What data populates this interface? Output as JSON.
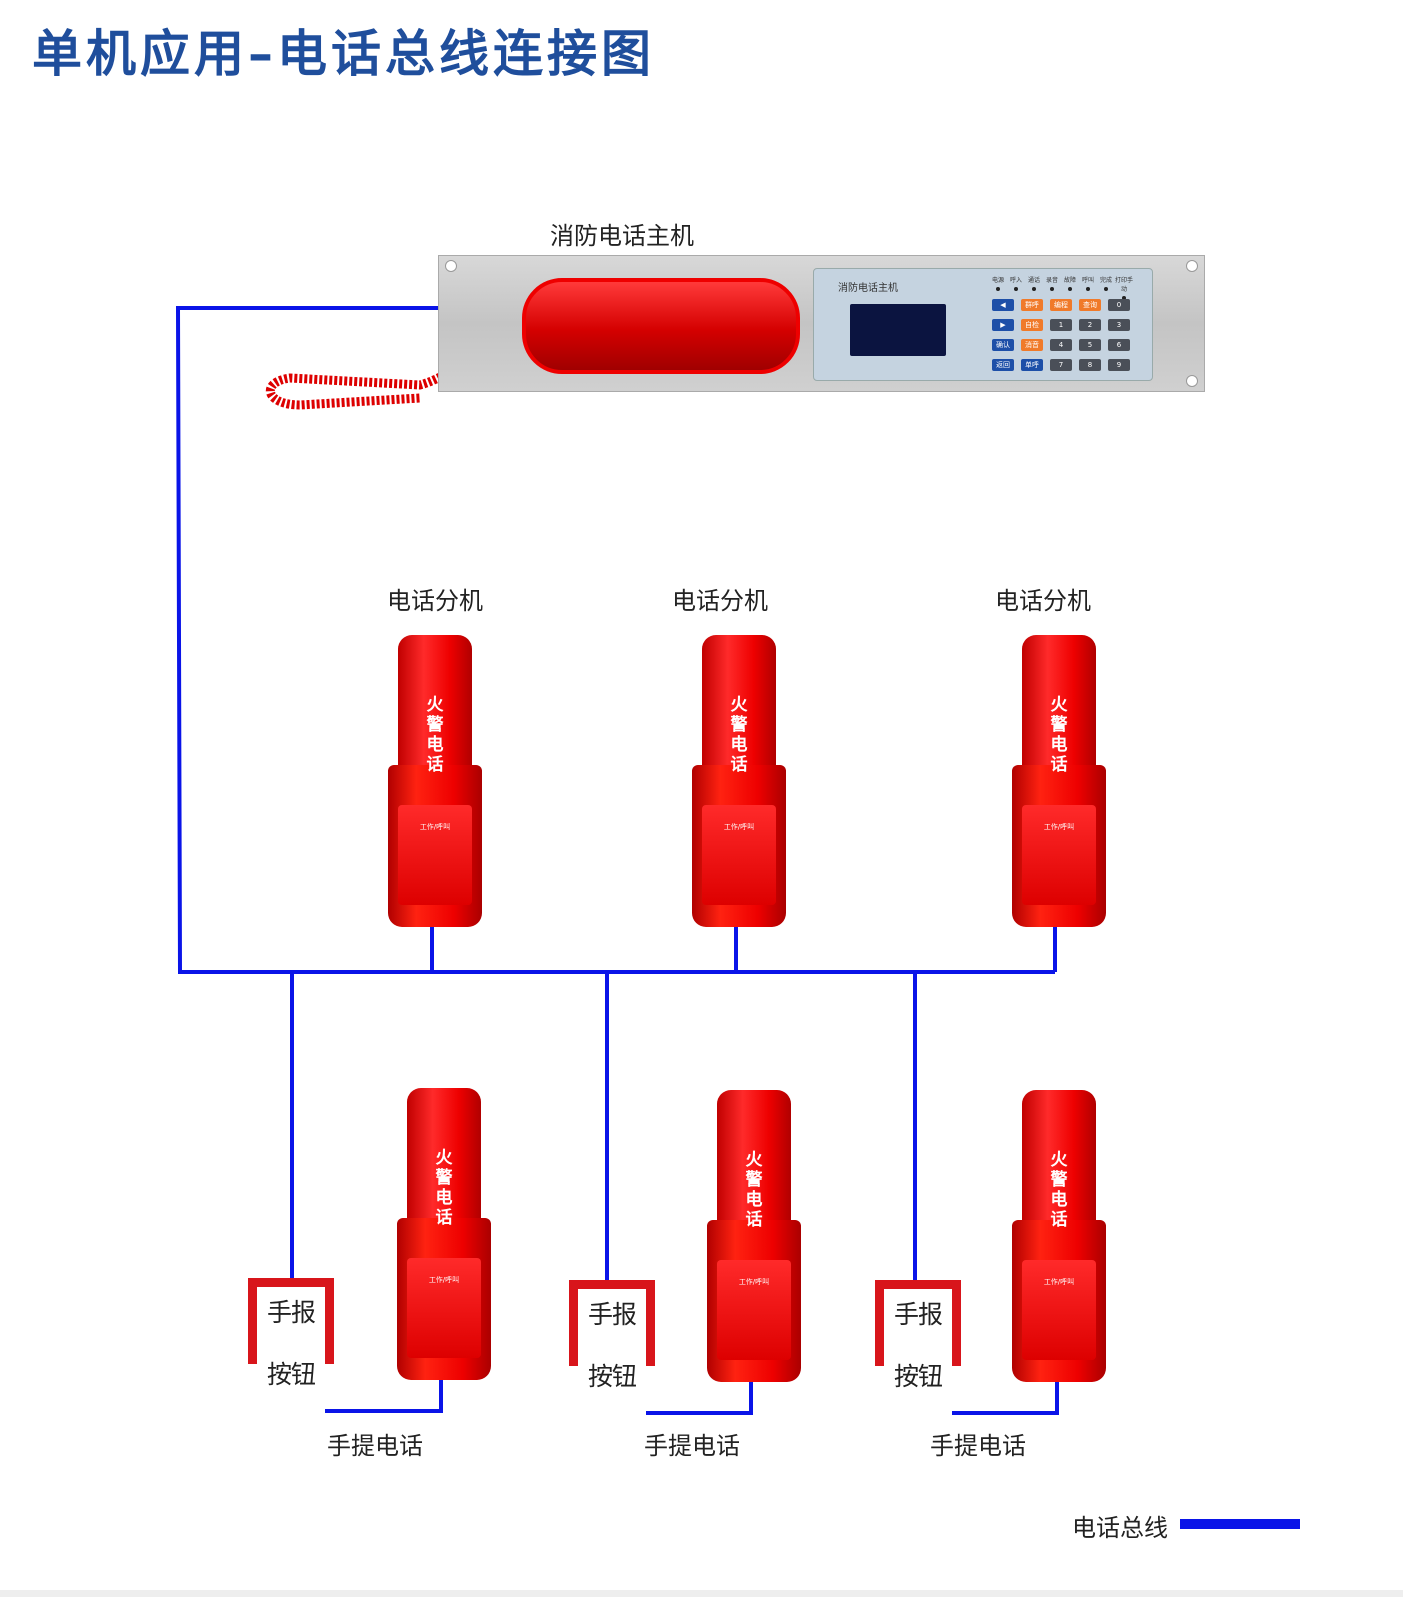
{
  "title": "单机应用–电话总线连接图",
  "host": {
    "label": "消防电话主机",
    "panel_name": "消防电话主机",
    "leds": [
      "电源",
      "呼入",
      "通话",
      "录音",
      "故障",
      "呼叫",
      "完成",
      "打印手动"
    ],
    "keys": [
      [
        "◀",
        "群呼",
        "编程",
        "查询",
        "0"
      ],
      [
        "▶",
        "自检",
        "1",
        "2",
        "3"
      ],
      [
        "确认",
        "消音",
        "4",
        "5",
        "6"
      ],
      [
        "返回",
        "单呼",
        "7",
        "8",
        "9"
      ]
    ]
  },
  "extension_label": "电话分机",
  "portable_label": "手提电话",
  "phone_text": "火\n警\n电\n话",
  "phone_sub": "工作/呼叫",
  "button_text": [
    "手报",
    "按钮"
  ],
  "legend": {
    "label": "电话总线",
    "color": "#0a14e8"
  },
  "colors": {
    "bus": "#0a14e8",
    "title": "#1f4e9c",
    "device": "#e00000"
  }
}
